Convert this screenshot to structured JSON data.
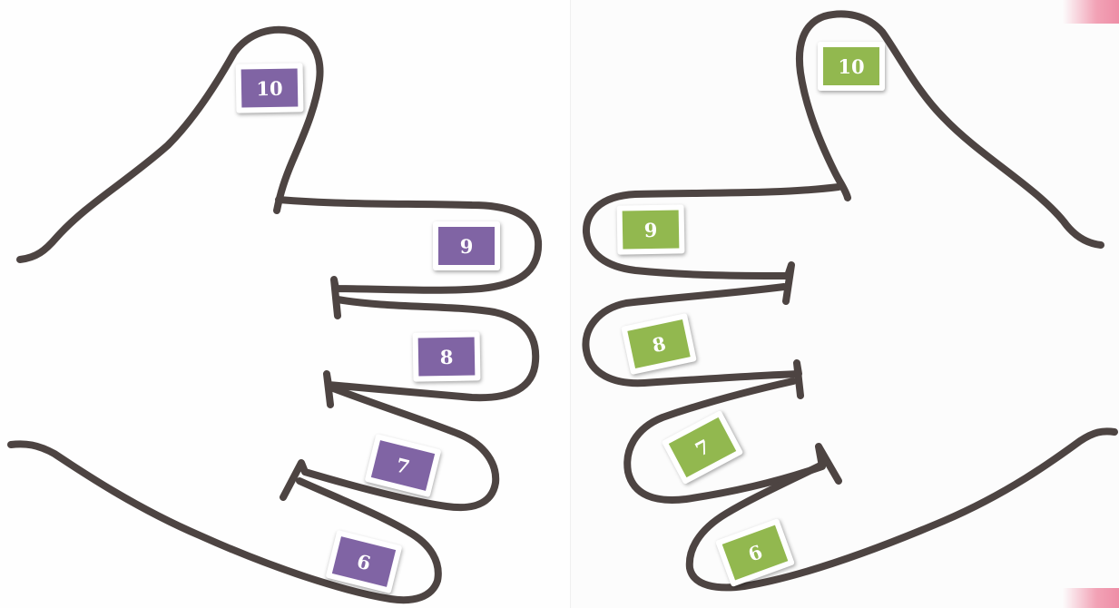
{
  "colors": {
    "left_label": "#8064a4",
    "right_label": "#92b84f",
    "outline": "#4d4442"
  },
  "left_hand": {
    "labels": [
      {
        "name": "finger-label-left-10",
        "text": "10"
      },
      {
        "name": "finger-label-left-9",
        "text": "9"
      },
      {
        "name": "finger-label-left-8",
        "text": "8"
      },
      {
        "name": "finger-label-left-7",
        "text": "7"
      },
      {
        "name": "finger-label-left-6",
        "text": "6"
      }
    ]
  },
  "right_hand": {
    "labels": [
      {
        "name": "finger-label-right-10",
        "text": "10"
      },
      {
        "name": "finger-label-right-9",
        "text": "9"
      },
      {
        "name": "finger-label-right-8",
        "text": "8"
      },
      {
        "name": "finger-label-right-7",
        "text": "7"
      },
      {
        "name": "finger-label-right-6",
        "text": "6"
      }
    ]
  }
}
